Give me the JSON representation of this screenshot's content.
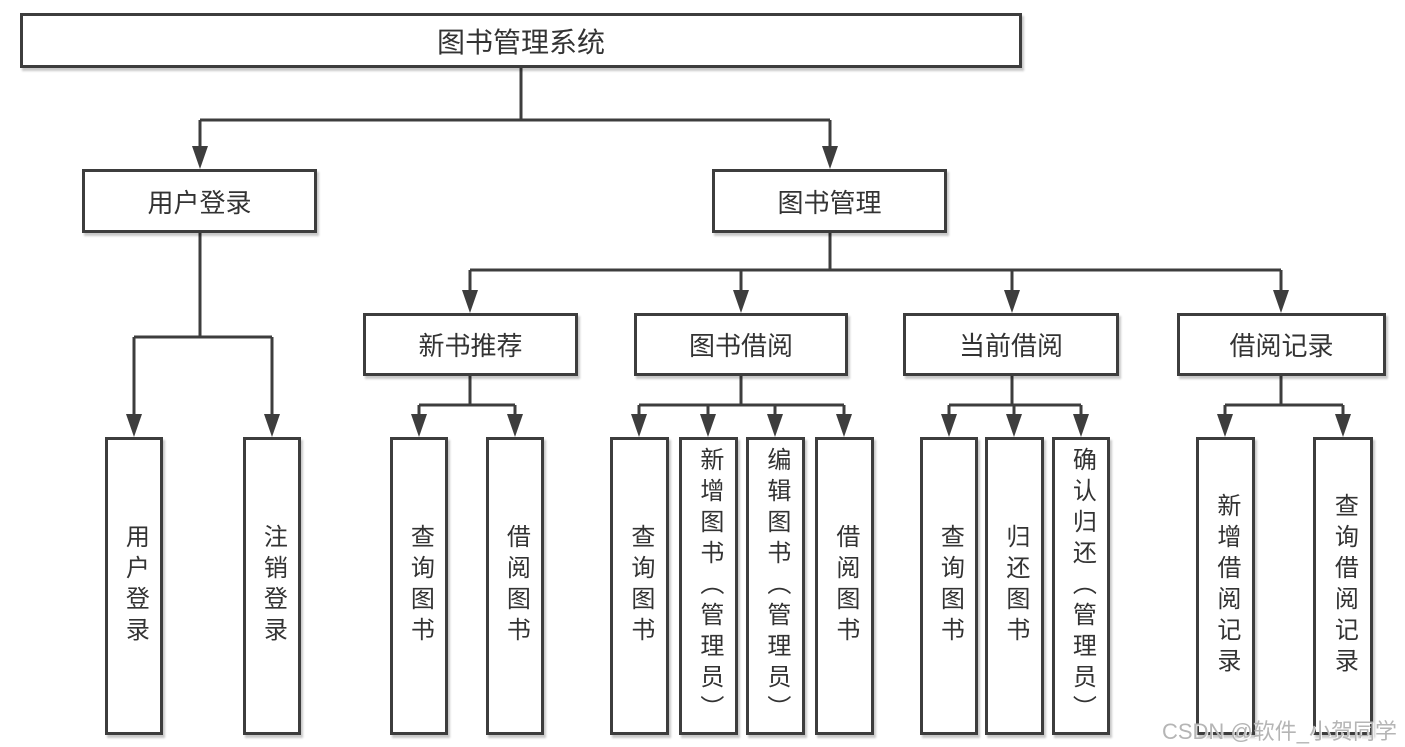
{
  "diagram": {
    "root": {
      "label": "图书管理系统"
    },
    "branches": [
      {
        "label": "用户登录",
        "children": [
          {
            "label": "用户登录"
          },
          {
            "label": "注销登录"
          }
        ]
      },
      {
        "label": "图书管理",
        "children": [
          {
            "label": "新书推荐",
            "children": [
              {
                "label": "查询图书"
              },
              {
                "label": "借阅图书"
              }
            ]
          },
          {
            "label": "图书借阅",
            "children": [
              {
                "label": "查询图书"
              },
              {
                "label": "新增图书（管理员）"
              },
              {
                "label": "编辑图书（管理员）"
              },
              {
                "label": "借阅图书"
              }
            ]
          },
          {
            "label": "当前借阅",
            "children": [
              {
                "label": "查询图书"
              },
              {
                "label": "归还图书"
              },
              {
                "label": "确认归还（管理员）"
              }
            ]
          },
          {
            "label": "借阅记录",
            "children": [
              {
                "label": "新增借阅记录"
              },
              {
                "label": "查询借阅记录"
              }
            ]
          }
        ]
      }
    ]
  },
  "watermark": {
    "text": "CSDN @软件_小贺同学"
  },
  "colors": {
    "line": "#3d3d3d",
    "text": "#333333",
    "box_background": "#ffffff",
    "watermark": "#b5b5b5"
  }
}
